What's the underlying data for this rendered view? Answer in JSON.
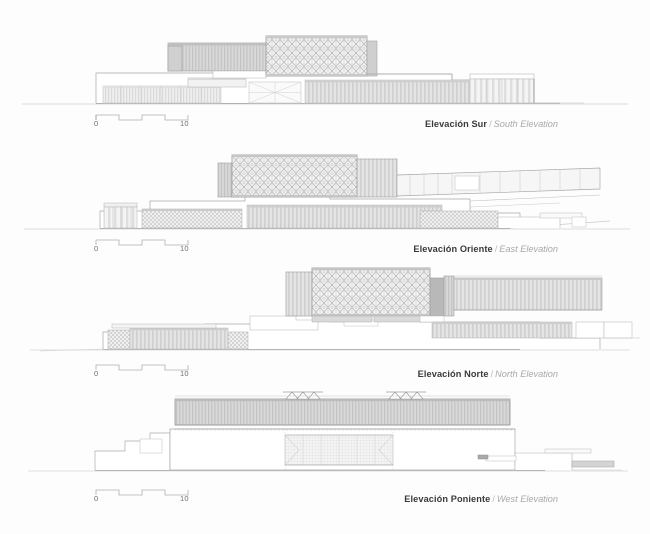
{
  "sheet": {
    "background": "#fdfdfd",
    "ink": "#8c8c8c",
    "title_color": "#3a3a3a",
    "subtitle_color": "#a9a9a9"
  },
  "scale": {
    "start_label": "0",
    "end_label": "10",
    "divisions": 4,
    "unit_implied": "m"
  },
  "elevations": [
    {
      "id": "south",
      "name_es": "Elevación Sur",
      "separator": "/",
      "name_en": "South Elevation",
      "scale_start": "0",
      "scale_end": "10"
    },
    {
      "id": "east",
      "name_es": "Elevación Oriente",
      "separator": "/",
      "name_en": "East Elevation",
      "scale_start": "0",
      "scale_end": "10"
    },
    {
      "id": "north",
      "name_es": "Elevación Norte",
      "separator": "/",
      "name_en": "North Elevation",
      "scale_start": "0",
      "scale_end": "10"
    },
    {
      "id": "west",
      "name_es": "Elevación Poniente",
      "separator": "/",
      "name_en": "West Elevation",
      "scale_start": "0",
      "scale_end": "10"
    }
  ]
}
